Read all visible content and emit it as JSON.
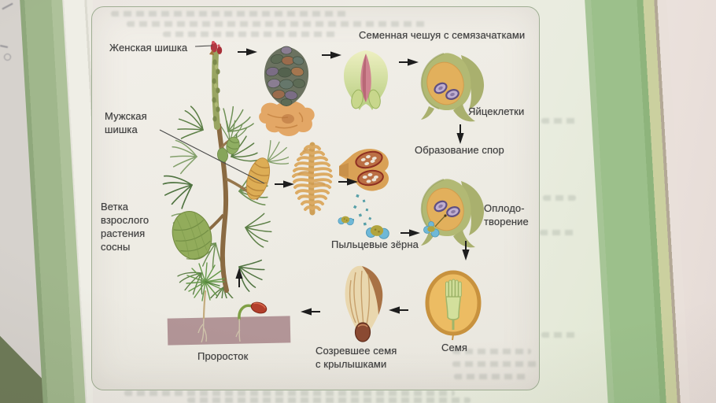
{
  "diagram": {
    "labels": {
      "female_cone": "Женская шишка",
      "male_cone": "Мужская\nшишка",
      "adult_branch": "Ветка\nвзрослого\nрастения\nсосны",
      "seed_scale_with_ovules": "Семенная чешуя с семязачатками",
      "egg_cells": "Яйцеклетки",
      "spore_formation": "Образование спор",
      "fertilization": "Оплодо-\nтворение",
      "pollen_grains": "Пыльцевые зёрна",
      "seedling": "Проросток",
      "mature_winged_seed": "Созревшее семя\nс крылышками",
      "seed": "Семя"
    },
    "colors": {
      "page_green_edge": "#9ebf8c",
      "panel_background": "#f1eee8",
      "panel_border": "#9fae93",
      "label_text": "#3f3f3f",
      "arrow_black": "#1d1d1d",
      "soil_mauve": "#b29597",
      "seed_orange": "#ecbc63",
      "seed_rim": "#c8923e",
      "pollen_blue": "#6fb8d7",
      "pollen_body_olive": "#b1a43e",
      "ovule_scale_olive": "#b2b974",
      "ovule_orange": "#e2b05c",
      "egg_cell_purple": "#5f4f82",
      "male_cone_tan": "#dcab64",
      "needle_green": "#66994a",
      "young_cone_green": "#92ac5b",
      "female_shoot_red": "#b23842"
    }
  }
}
